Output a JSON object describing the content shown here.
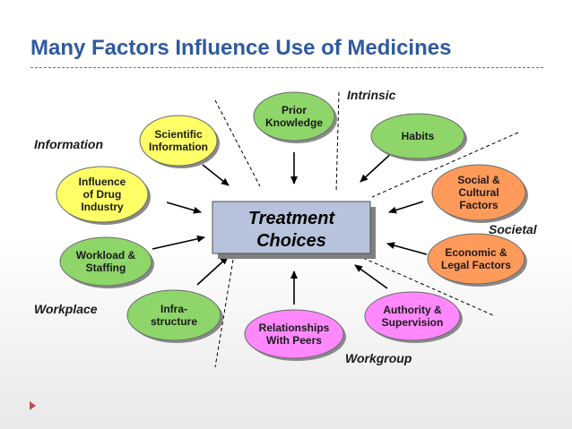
{
  "title": "Many Factors Influence Use of Medicines",
  "center": {
    "line1": "Treatment",
    "line2": "Choices"
  },
  "categories": {
    "intrinsic": "Intrinsic",
    "information": "Information",
    "societal": "Societal",
    "workplace": "Workplace",
    "workgroup": "Workgroup"
  },
  "factors": [
    {
      "id": "prior-knowledge",
      "lines": [
        "Prior",
        "Knowledge"
      ],
      "color": "#8ed56a"
    },
    {
      "id": "habits",
      "lines": [
        "Habits"
      ],
      "color": "#8ed56a"
    },
    {
      "id": "scientific-information",
      "lines": [
        "Scientific",
        "Information"
      ],
      "color": "#ffff66"
    },
    {
      "id": "influence-drug-industry",
      "lines": [
        "Influence",
        "of Drug",
        "Industry"
      ],
      "color": "#ffff66"
    },
    {
      "id": "social-cultural",
      "lines": [
        "Social &",
        "Cultural",
        "Factors"
      ],
      "color": "#ff9a5a"
    },
    {
      "id": "economic-legal",
      "lines": [
        "Economic &",
        "Legal Factors"
      ],
      "color": "#ff9a5a"
    },
    {
      "id": "workload-staffing",
      "lines": [
        "Workload &",
        "Staffing"
      ],
      "color": "#8ed56a"
    },
    {
      "id": "infrastructure",
      "lines": [
        "Infra-",
        "structure"
      ],
      "color": "#8ed56a"
    },
    {
      "id": "relationships-peers",
      "lines": [
        "Relationships",
        "With Peers"
      ],
      "color": "#ff88ff"
    },
    {
      "id": "authority-supervision",
      "lines": [
        "Authority &",
        "Supervision"
      ],
      "color": "#ff88ff"
    }
  ],
  "colors": {
    "title": "#2e5aa0",
    "accent": "#c0504d",
    "center_fill": "#b7c3dc"
  },
  "icons": {
    "footer": "triangle-right-icon"
  }
}
